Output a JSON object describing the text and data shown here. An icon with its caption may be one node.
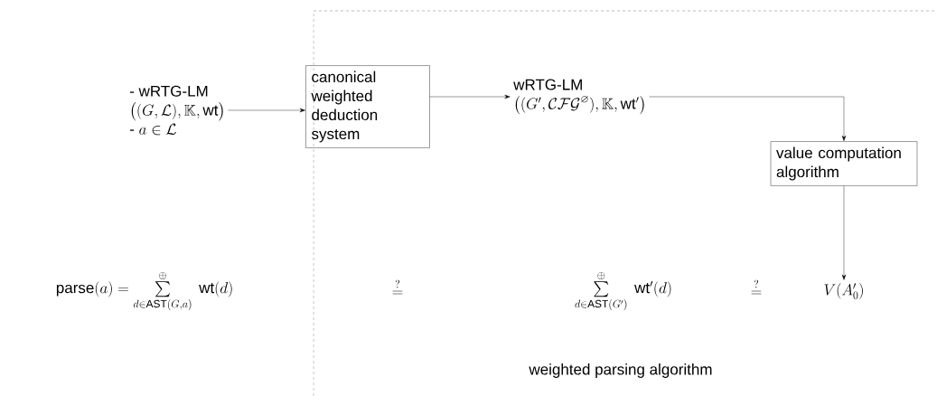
{
  "diagram": {
    "nodes": [
      {
        "text": [
          "- wRTG-LM",
          "\\big((G,\\mathcal{L}),\\mathbb{K},\\mathrm{wt}\\big)",
          "\\text{-}\\ a\\in\\mathcal{L}"
        ]
      },
      {
        "text": [
          "canonical weighted deduction system"
        ]
      },
      {
        "text": [
          "wRTG-LM",
          "\\big((G',\\mathcal{CFG}^{\\varnothing}),\\mathbb{K},\\mathrm{wt}'\\big)"
        ]
      },
      {
        "text": [
          "value computation algorithm"
        ]
      },
      {
        "text": [
          "V(A'_0)"
        ]
      }
    ],
    "edges": [
      {
        "from": 0,
        "to": 1,
        "arrow": "to"
      },
      {
        "from": 1,
        "to": 2,
        "arrow": "to"
      },
      {
        "from": 2,
        "to": 3,
        "arrow": "to"
      },
      {
        "from": 3,
        "to": 4,
        "arrow": "to"
      }
    ],
    "labels": [
      "\\mathrm{parse}(a) = \\sum\\limits_{d\\in\\mathrm{AST}(G,a)}^{\\oplus}\\ \\mathrm{wt}(d)",
      "\\overset{?}{=}",
      "\\sum\\limits_{d\\in\\mathrm{AST}(G')}^{\\oplus}\\ \\mathrm{wt}'(d)",
      "\\overset{?}{=}",
      "weighted parsing algorithm"
    ]
  }
}
